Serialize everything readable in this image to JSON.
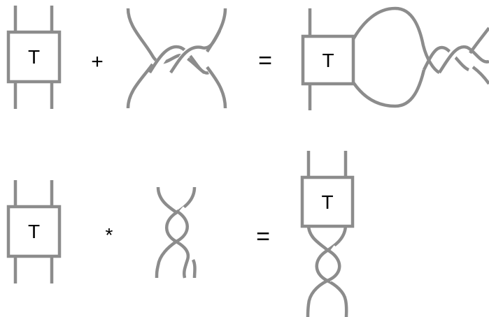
{
  "row1": {
    "tangle_label": "T",
    "operator": "+",
    "equals": "=",
    "result_label": "T"
  },
  "row2": {
    "tangle_label": "T",
    "operator": "*",
    "equals": "=",
    "result_label": "T"
  },
  "colors": {
    "stroke": "#8c8c8c",
    "text": "#000000",
    "background": "#ffffff"
  }
}
